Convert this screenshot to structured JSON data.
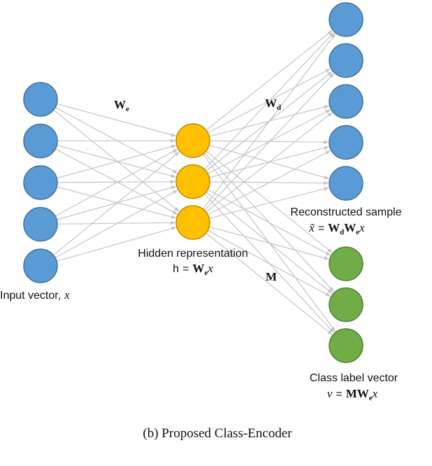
{
  "colors": {
    "input": "#5b9bd5",
    "input_stroke": "#41719c",
    "hidden": "#ffc000",
    "hidden_stroke": "#bc8c00",
    "reconstructed": "#5b9bd5",
    "reconstructed_stroke": "#41719c",
    "class": "#70ad47",
    "class_stroke": "#507e32",
    "edge": "#c4c4c4"
  },
  "layers": {
    "input": {
      "count": 5,
      "label": "Input vector,",
      "var": "x"
    },
    "hidden": {
      "count": 3,
      "label": "Hidden representation",
      "eq": {
        "lhs": "h",
        "eq": "=",
        "mat": "W",
        "sub": "e",
        "var": "x"
      }
    },
    "reconstructed": {
      "count": 5,
      "label": "Reconstructed sample",
      "eq": {
        "lhs": "x̃",
        "eq": "=",
        "mat1": "W",
        "sub1": "d",
        "mat2": "W",
        "sub2": "e",
        "var": "x"
      }
    },
    "class": {
      "count": 3,
      "label": "Class label vector",
      "eq": {
        "lhs": "v",
        "eq": "=",
        "mat1": "MW",
        "sub1": "e",
        "var": "x"
      }
    }
  },
  "weights": {
    "encoder": {
      "mat": "W",
      "sub": "e"
    },
    "decoder": {
      "mat": "W",
      "sub": "d"
    },
    "class": {
      "mat": "M"
    }
  },
  "caption": "(b) Proposed Class-Encoder"
}
